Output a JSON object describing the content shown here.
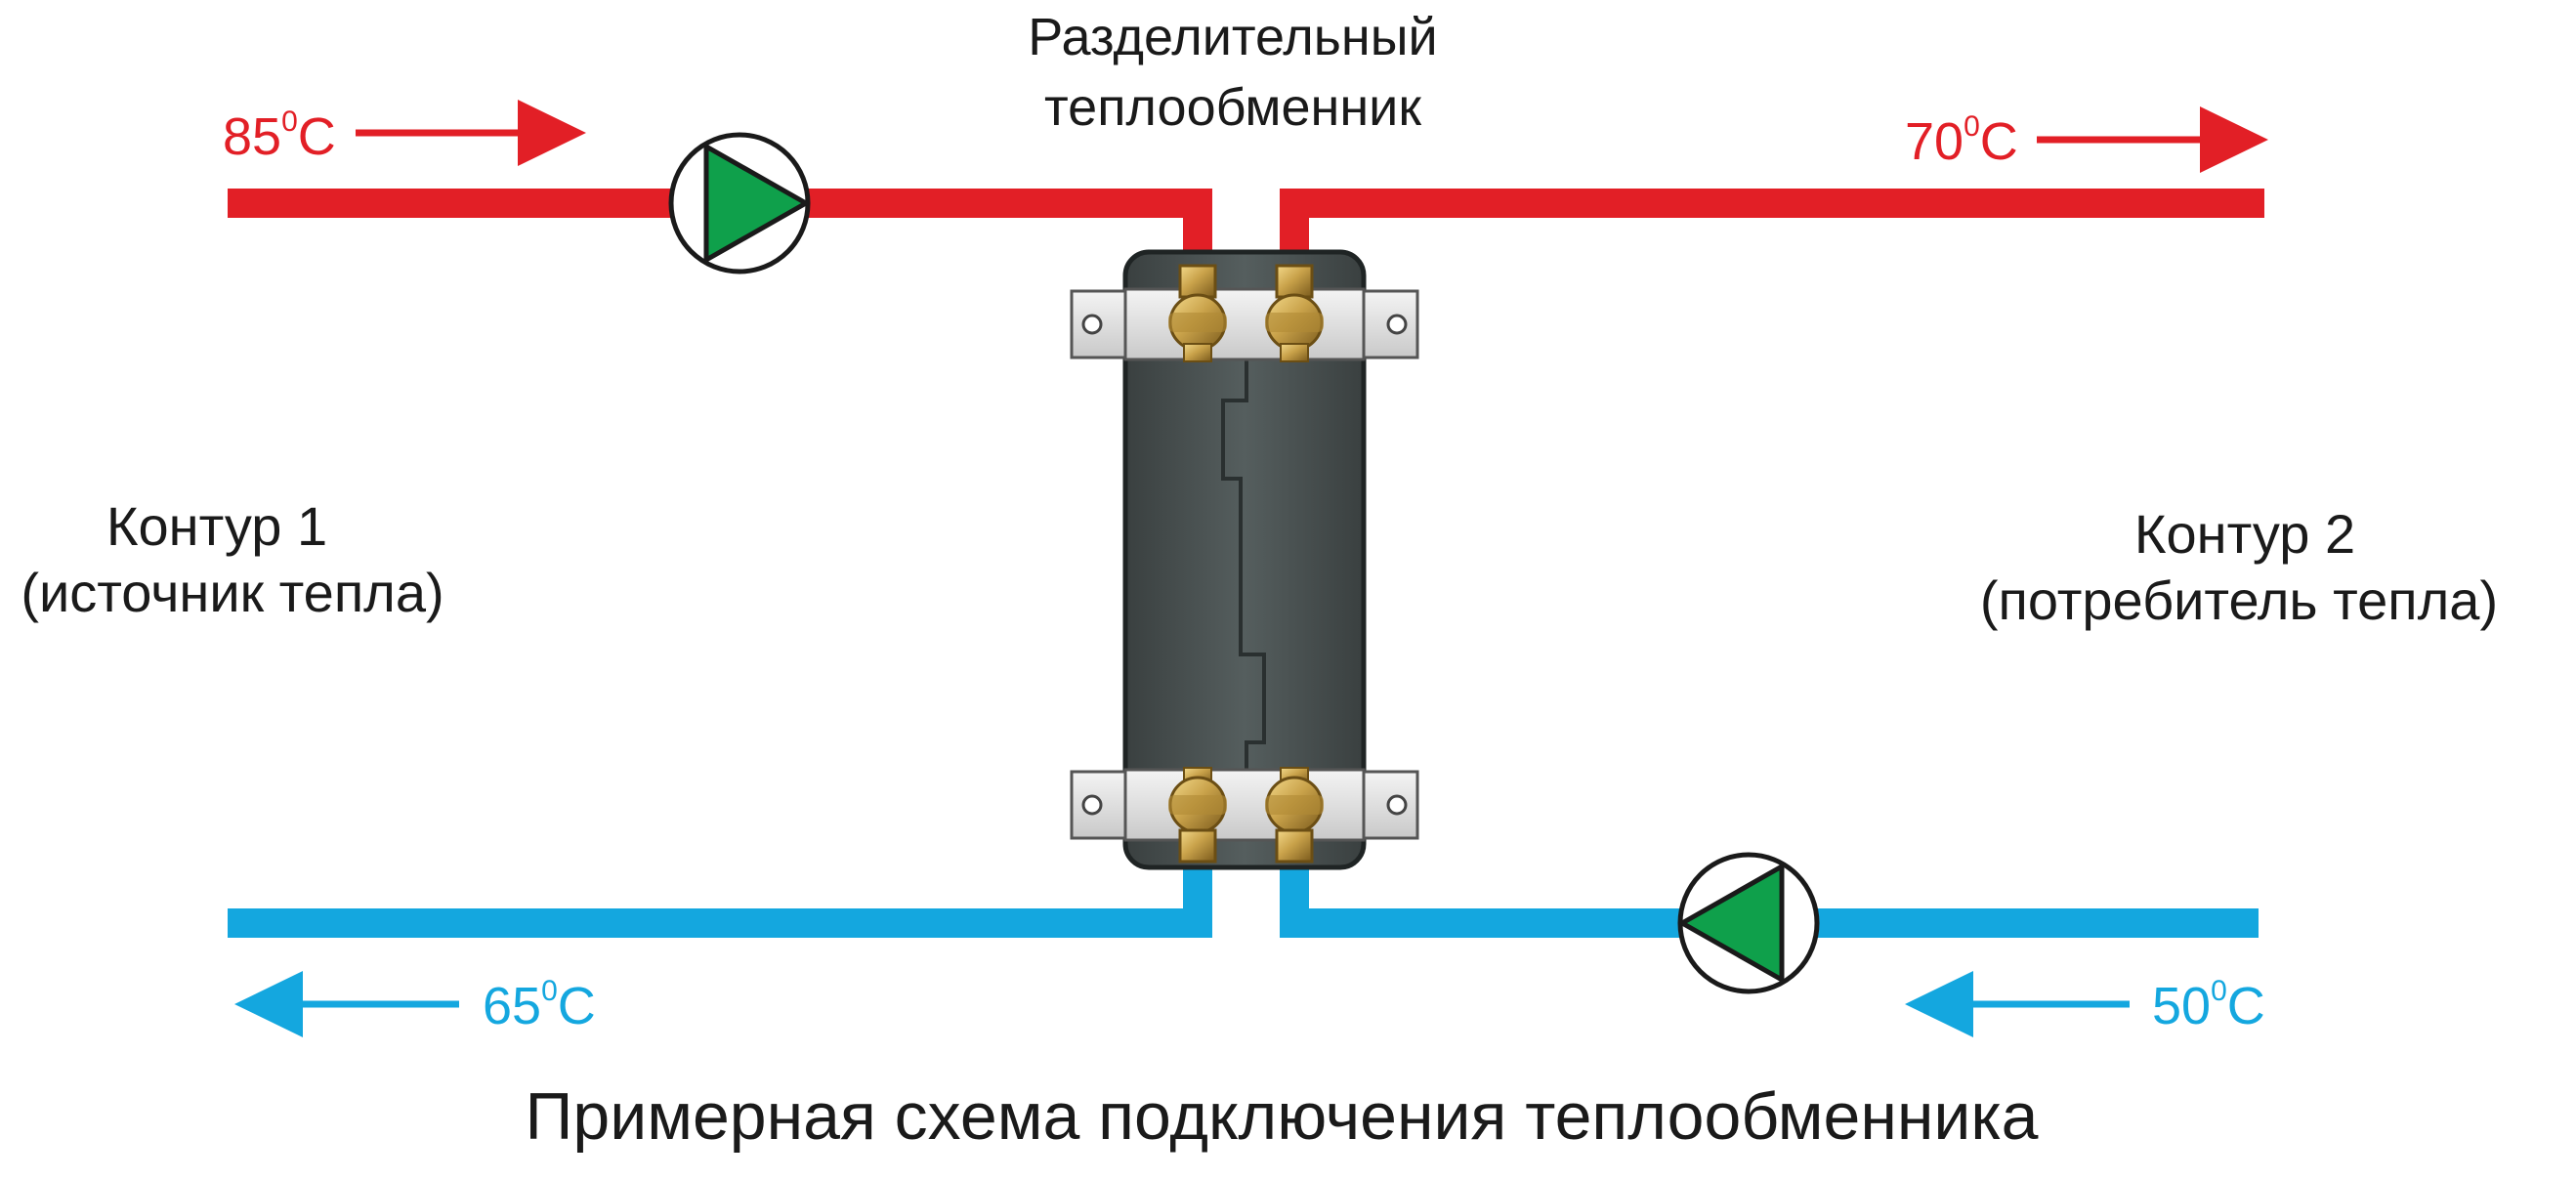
{
  "colors": {
    "hot": "#e21f26",
    "cold": "#14a7df",
    "pump_fill": "#0fa04b",
    "exchanger_body": "#4b5353",
    "brass": "#c9a24a",
    "text": "#1a1a1a"
  },
  "heat_exchanger": {
    "label_line1": "Разделительный",
    "label_line2": "теплообменник"
  },
  "circuit1": {
    "title": "Контур 1",
    "subtitle": "(источник тепла)",
    "supply_temp": "85",
    "return_temp": "65"
  },
  "circuit2": {
    "title": "Контур 2",
    "subtitle": "(потребитель тепла)",
    "supply_temp": "70",
    "return_temp": "50"
  },
  "units": {
    "degree": "0",
    "celsius": "C"
  },
  "caption": "Примерная схема подключения теплообменника",
  "icons": {
    "pumps": [
      "circulation-pump-icon",
      "circulation-pump-icon"
    ],
    "flow_arrows": [
      "arrow-right-icon",
      "arrow-right-icon",
      "arrow-left-icon",
      "arrow-left-icon"
    ]
  }
}
